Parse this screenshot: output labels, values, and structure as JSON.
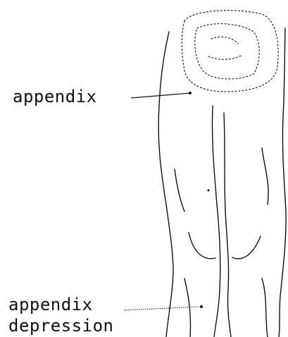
{
  "labels": {
    "appendix": "appendix",
    "appendix_depression_line1": "appendix",
    "appendix_depression_line2": "depression"
  },
  "colors": {
    "ink": "#111111",
    "background": "#ffffff"
  }
}
